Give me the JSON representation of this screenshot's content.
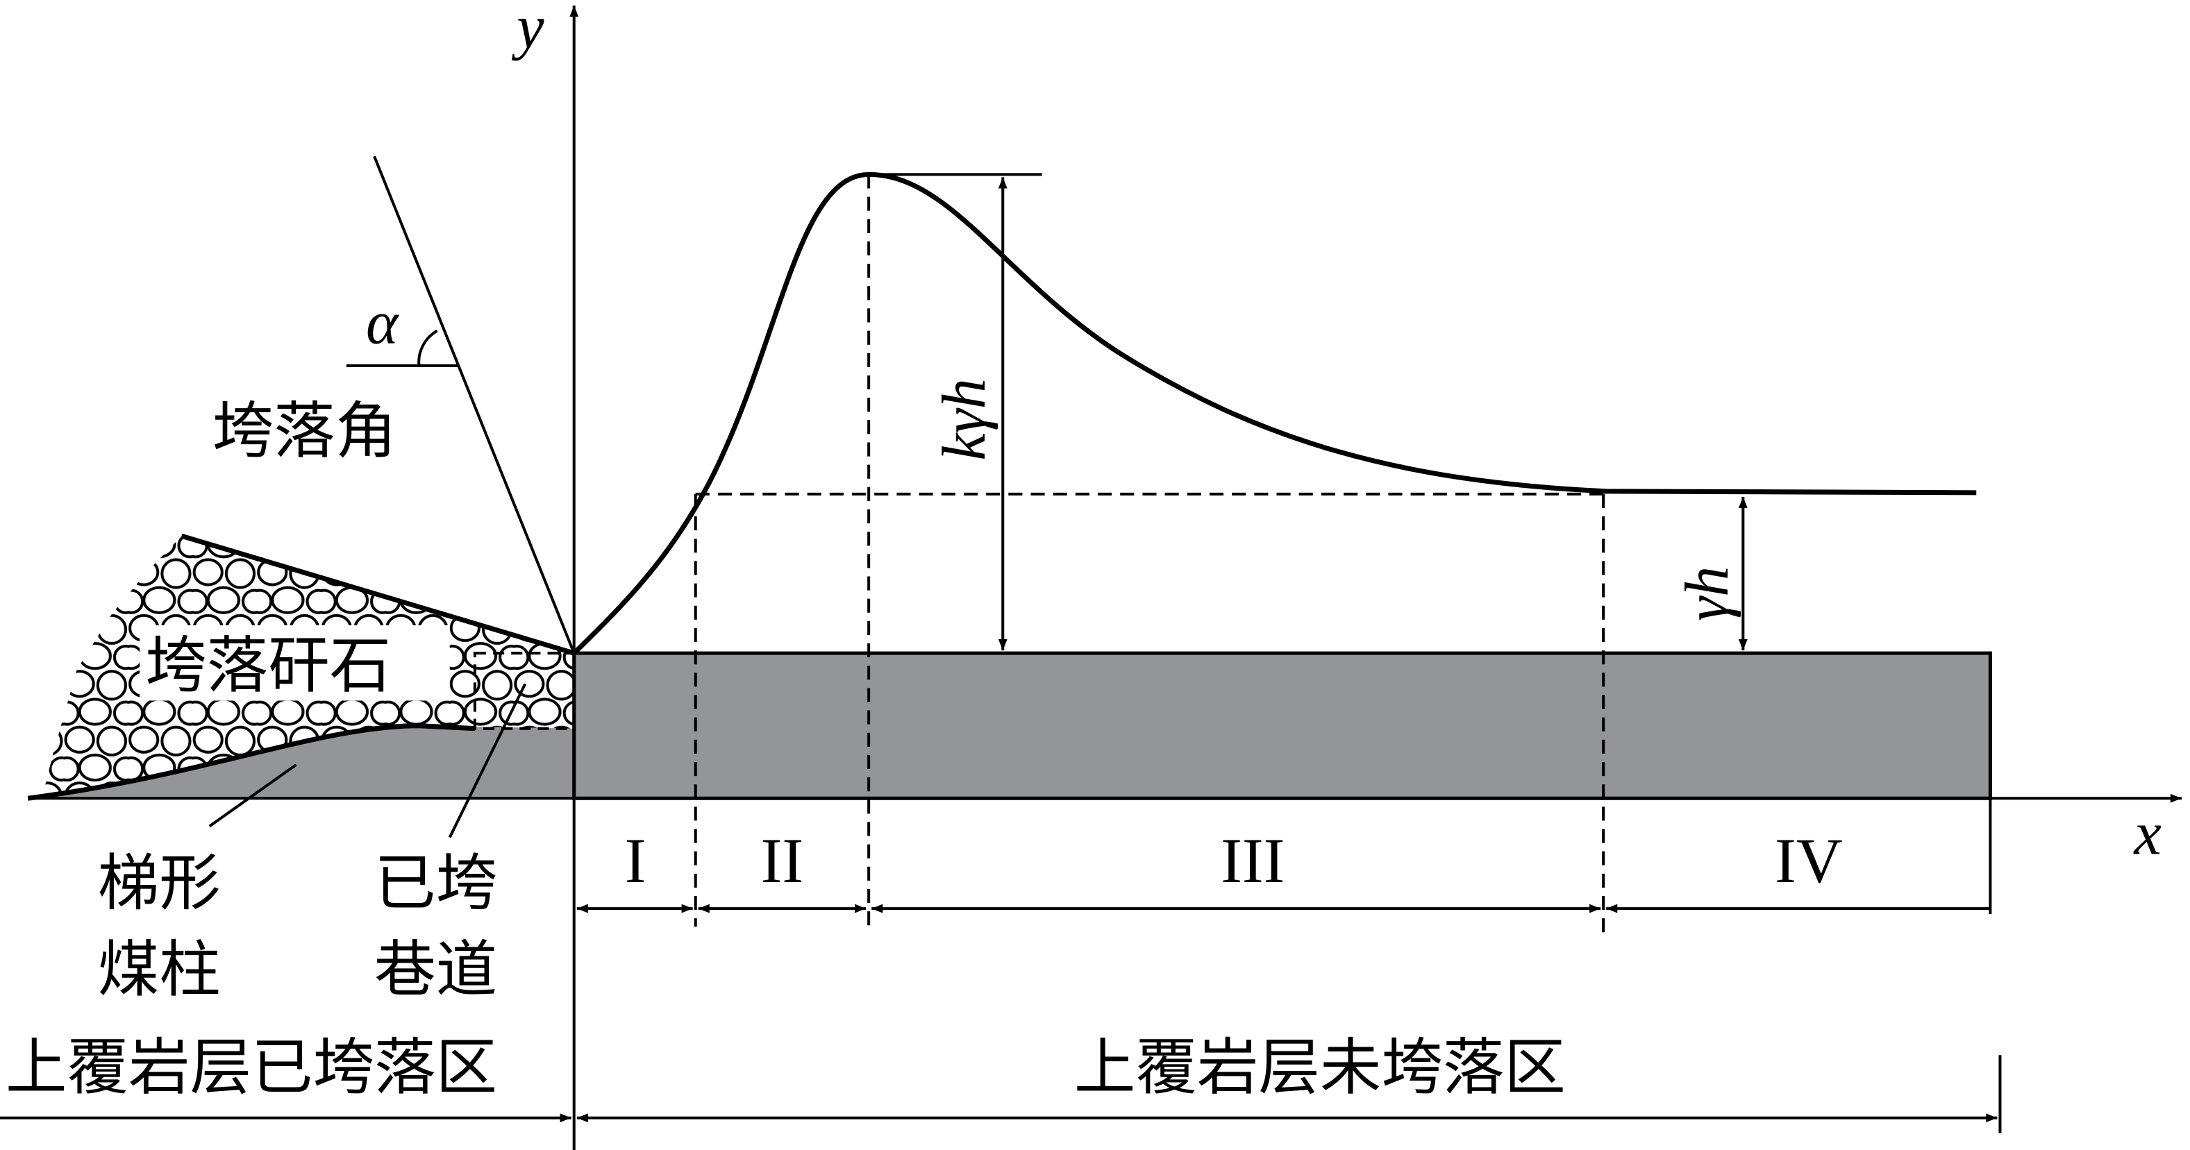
{
  "axes": {
    "x_label": "x",
    "y_label": "y"
  },
  "angle": {
    "symbol": "α",
    "label": "垮落角"
  },
  "rubble_label": "垮落矸石",
  "pillar_label": [
    "梯形",
    "煤柱"
  ],
  "roadway_label": [
    "已垮",
    "巷道"
  ],
  "stress": {
    "peak_label": "kγh",
    "original_label": "γh"
  },
  "zones": [
    "I",
    "II",
    "III",
    "IV"
  ],
  "regions": {
    "caved": "上覆岩层已垮落区",
    "uncaved": "上覆岩层未垮落区"
  },
  "colors": {
    "coal": "#939598",
    "line": "#000000"
  }
}
